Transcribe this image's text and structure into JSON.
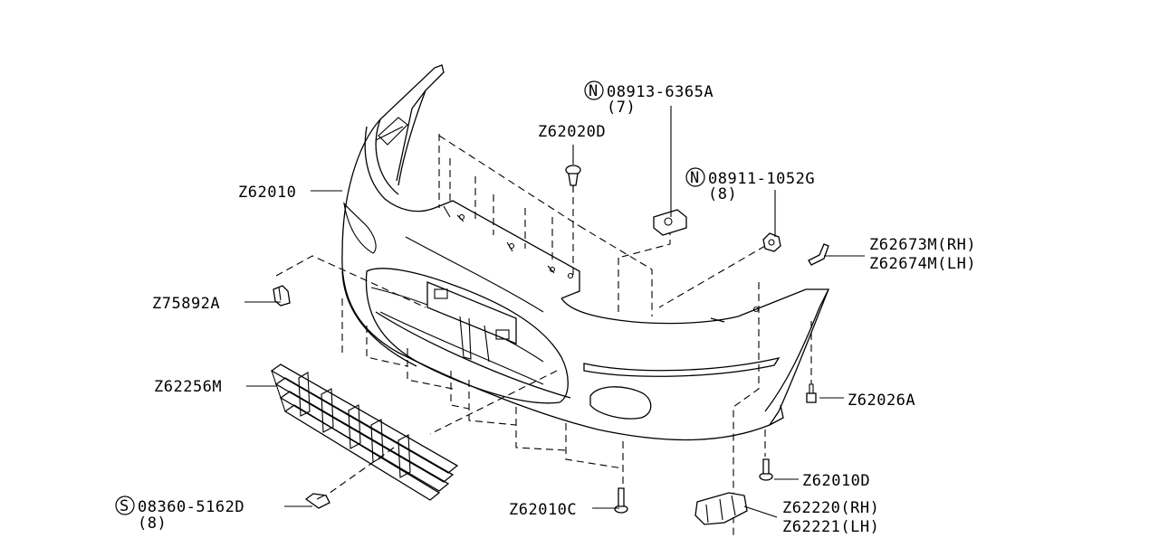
{
  "labels": {
    "z62010": "Z62010",
    "z75892a": "Z75892A",
    "z62256m": "Z62256M",
    "bolt_s": "08360-5162D",
    "bolt_s_qty": "(8)",
    "z62010c": "Z62010C",
    "z62020d": "Z62020D",
    "nut_n1": "08913-6365A",
    "nut_n1_qty": "(7)",
    "nut_n2": "08911-1052G",
    "nut_n2_qty": "(8)",
    "z62673m": "Z62673M(RH)",
    "z62674m": "Z62674M(LH)",
    "z62026a": "Z62026A",
    "z62010d": "Z62010D",
    "z62220": "Z62220(RH)",
    "z62221": "Z62221(LH)"
  },
  "markers": {
    "n": "N",
    "s": "S"
  }
}
